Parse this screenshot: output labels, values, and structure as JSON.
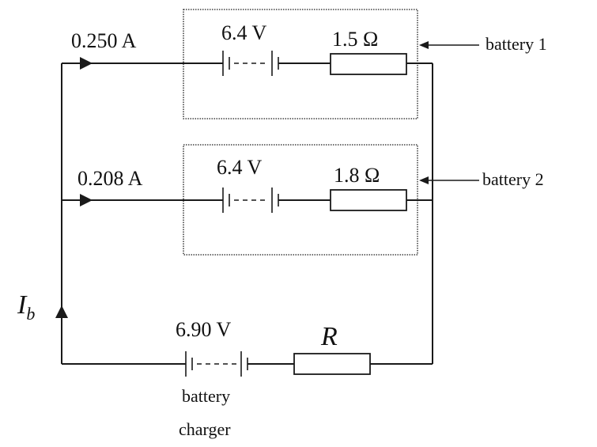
{
  "branch1": {
    "current": "0.250 A",
    "emf": "6.4 V",
    "resistance": "1.5 Ω",
    "battery_label": "battery 1"
  },
  "branch2": {
    "current": "0.208 A",
    "emf": "6.4 V",
    "resistance": "1.8 Ω",
    "battery_label": "battery 2"
  },
  "charger": {
    "emf": "6.90 V",
    "resistor_label": "R",
    "current_symbol": "I",
    "current_subscript": "b",
    "label_line1": "battery",
    "label_line2": "charger"
  }
}
